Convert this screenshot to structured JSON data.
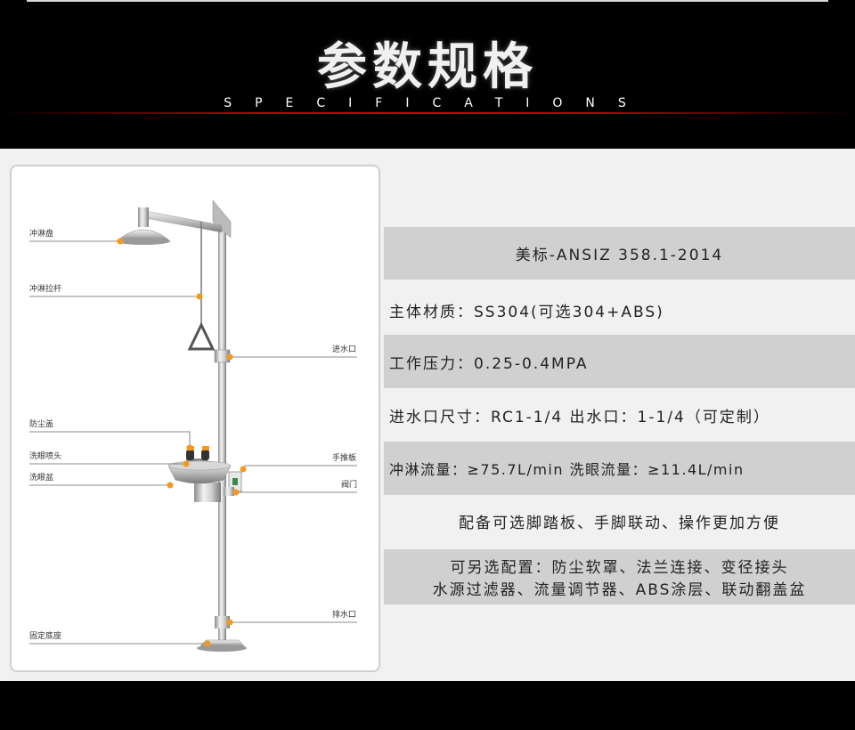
{
  "header": {
    "title": "参数规格",
    "subtitle": "SPECIFICATIONS"
  },
  "diagram": {
    "labels": {
      "shower_head": "冲淋盘",
      "pull_rod": "冲淋拉杆",
      "water_inlet": "进水口",
      "dust_cover": "防尘盖",
      "eye_nozzle": "洗眼喷头",
      "eye_bowl": "洗眼盆",
      "push_plate": "手推板",
      "valve": "阀门",
      "drain": "排水口",
      "base": "固定底座"
    }
  },
  "specs": {
    "standard": "美标-ANSIZ 358.1-2014",
    "material": "主体材质：SS304(可选304+ABS)",
    "pressure": "工作压力：0.25-0.4MPA",
    "ports": "进水口尺寸：RC1-1/4 出水口：1-1/4（可定制）",
    "flow": "冲淋流量：≥75.7L/min  洗眼流量：≥11.4L/min",
    "features": "配备可选脚踏板、手脚联动、操作更加方便",
    "options_line1": "可另选配置：防尘软罩、法兰连接、变径接头",
    "options_line2": "水源过滤器、流量调节器、ABS涂层、联动翻盖盆"
  },
  "colors": {
    "accent_red": "#c00000",
    "marker_orange": "#f39a1e",
    "spec_gray": "#d0d0d0"
  }
}
